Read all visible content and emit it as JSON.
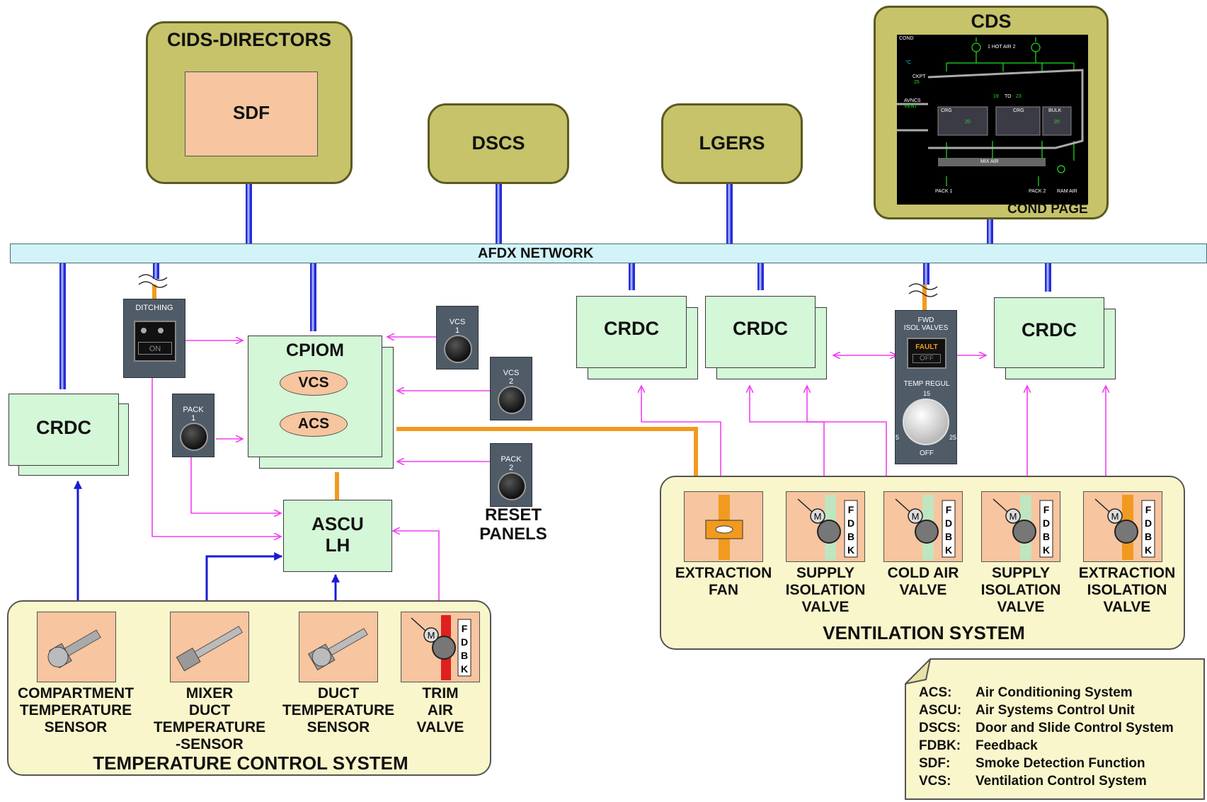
{
  "top_boxes": {
    "cids": "CIDS-DIRECTORS",
    "sdf": "SDF",
    "dscs": "DSCS",
    "lgers": "LGERS",
    "cds": "CDS",
    "cond_page": "COND PAGE"
  },
  "cds_screen": {
    "cond": "COND",
    "hot_air": "1  HOT AIR  2",
    "unit": "°C",
    "ckpt": "CKPT",
    "ckpt_temp": "25",
    "avncs": "AVNCS",
    "vent": "VENT",
    "temp1": "19",
    "to": "TO",
    "temp2": "23",
    "crg1": "CRG",
    "crg1_temp": "20",
    "crg2": "CRG",
    "bulk": "BULK",
    "bulk_temp": "20",
    "mix_air": "MIX AIR",
    "pack1": "PACK 1",
    "pack2": "PACK 2",
    "ram_air": "RAM AIR"
  },
  "network": {
    "label": "AFDX NETWORK"
  },
  "crdc": "CRDC",
  "cpiom": {
    "title": "CPIOM",
    "vcs": "VCS",
    "acs": "ACS"
  },
  "ascu": {
    "line1": "ASCU",
    "line2": "LH"
  },
  "panels": {
    "ditching": "DITCHING",
    "ditching_on": "ON",
    "vcs1": "VCS\n1",
    "vcs2": "VCS\n2",
    "pack1": "PACK\n1",
    "pack2": "PACK\n2",
    "reset": "RESET\nPANELS",
    "fwd": "FWD\nISOL VALVES",
    "fault": "FAULT",
    "off": "OFF",
    "temp_regul": "TEMP REGUL",
    "dial_15": "15",
    "dial_5": "5",
    "dial_25": "25",
    "dial_off": "OFF"
  },
  "fdbk_letters": [
    "F",
    "D",
    "B",
    "K"
  ],
  "motor": "M",
  "temperature_system": {
    "title": "TEMPERATURE CONTROL SYSTEM",
    "items": [
      "COMPARTMENT\nTEMPERATURE\nSENSOR",
      "MIXER\nDUCT\nTEMPERATURE\n-SENSOR",
      "DUCT\nTEMPERATURE\nSENSOR",
      "TRIM\nAIR\nVALVE"
    ]
  },
  "ventilation_system": {
    "title": "VENTILATION SYSTEM",
    "items": [
      "EXTRACTION\nFAN",
      "SUPPLY\nISOLATION\nVALVE",
      "COLD AIR\nVALVE",
      "SUPPLY\nISOLATION\nVALVE",
      "EXTRACTION\nISOLATION\nVALVE"
    ]
  },
  "legend": [
    {
      "abbr": "ACS:",
      "text": "Air Conditioning System"
    },
    {
      "abbr": "ASCU:",
      "text": "Air Systems Control Unit"
    },
    {
      "abbr": "DSCS:",
      "text": "Door and Slide Control System"
    },
    {
      "abbr": "FDBK:",
      "text": "Feedback"
    },
    {
      "abbr": "SDF:",
      "text": "Smoke Detection Function"
    },
    {
      "abbr": "VCS:",
      "text": "Ventilation Control System"
    }
  ]
}
